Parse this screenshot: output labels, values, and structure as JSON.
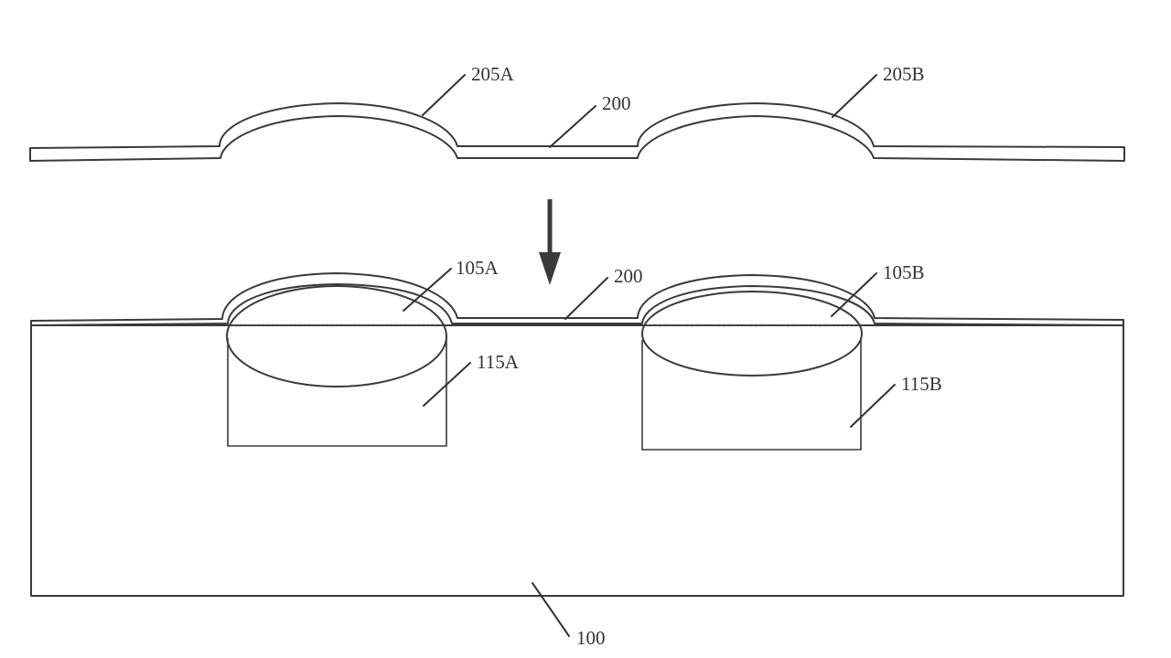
{
  "labels": {
    "film_top": "200",
    "film_bottom": "200",
    "bump_top_left": "205A",
    "bump_top_right": "205B",
    "bump_bottom_left": "105A",
    "bump_bottom_right": "105B",
    "cavity_left": "115A",
    "cavity_right": "115B",
    "substrate": "100"
  },
  "colors": {
    "line": "#3a3a3a",
    "background": "#ffffff"
  }
}
